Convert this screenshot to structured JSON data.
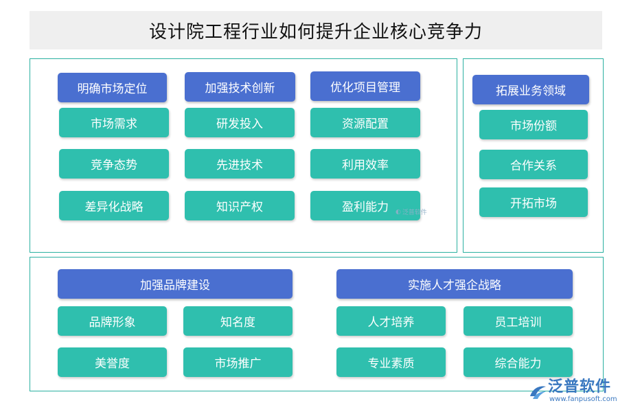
{
  "title": "设计院工程行业如何提升企业核心竞争力",
  "top_left": {
    "columns": [
      {
        "header": "明确市场定位",
        "items": [
          "市场需求",
          "竞争态势",
          "差异化战略"
        ]
      },
      {
        "header": "加强技术创新",
        "items": [
          "研发投入",
          "先进技术",
          "知识产权"
        ]
      },
      {
        "header": "优化项目管理",
        "items": [
          "资源配置",
          "利用效率",
          "盈利能力"
        ]
      }
    ]
  },
  "top_right": {
    "header": "拓展业务领域",
    "items": [
      "市场份额",
      "合作关系",
      "开拓市场"
    ]
  },
  "bottom": {
    "groups": [
      {
        "header": "加强品牌建设",
        "items": [
          "品牌形象",
          "知名度",
          "美誉度",
          "市场推广"
        ]
      },
      {
        "header": "实施人才强企战略",
        "items": [
          "人才培养",
          "员工培训",
          "专业素质",
          "综合能力"
        ]
      }
    ]
  },
  "watermark_small": "泛普软件",
  "logo": {
    "name": "泛普软件",
    "url": "www.fanpusoft.com",
    "icon": "fanpu-logo-icon"
  },
  "colors": {
    "header": "#4a6fd0",
    "item": "#2fbfae",
    "border": "#2ab0a0",
    "title_bg": "#efefef"
  }
}
